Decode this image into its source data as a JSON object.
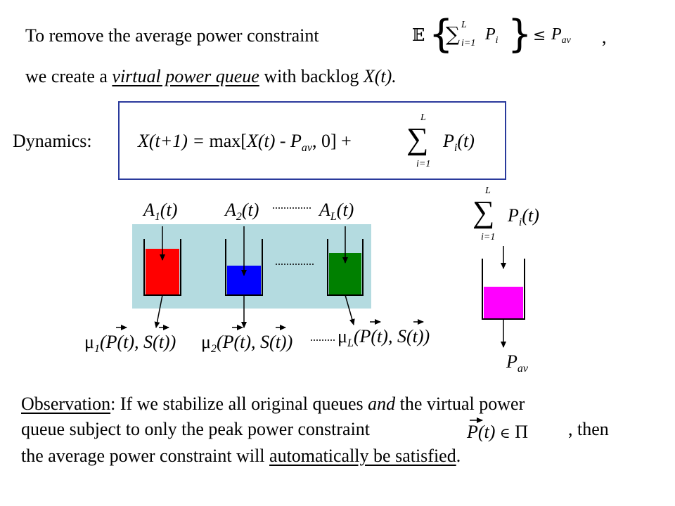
{
  "line1": {
    "text": "To remove the average power constraint",
    "formula": {
      "E": "𝔼",
      "sum": "∑",
      "upper": "L",
      "lower": "i=1",
      "term": "P",
      "term_sub": "i",
      "leq": "≤",
      "rhs": "P",
      "rhs_sub": "av"
    },
    "comma": ","
  },
  "line2": {
    "before": "we create a",
    "emph": "virtual power queue",
    "after": "with backlog",
    "var": "X(t)."
  },
  "dynamics": {
    "label": "Dynamics:",
    "lhs": "X(t+1) = ",
    "max_open": "max[",
    "xt": "X(t)",
    "minus": " - P",
    "minus_sub": "av",
    "close": ", 0] +",
    "sum": "∑",
    "upper": "L",
    "lower": "i=1",
    "term": "P",
    "term_sub": "i",
    "term_tail": "(t)"
  },
  "arrivals": [
    {
      "base": "A",
      "sub": "1",
      "tail": "(t)"
    },
    {
      "base": "A",
      "sub": "2",
      "tail": "(t)"
    },
    {
      "base": "A",
      "sub": "L",
      "tail": "(t)"
    }
  ],
  "services": [
    {
      "mu": "μ",
      "sub": "1",
      "tail": "(P(t), S(t))"
    },
    {
      "mu": "μ",
      "sub": "2",
      "tail": "(P(t), S(t))"
    },
    {
      "mu": "μ",
      "sub": "L",
      "tail": "(P(t), S(t))"
    }
  ],
  "virtual_queue": {
    "sum": "∑",
    "upper": "L",
    "lower": "i=1",
    "term": "P",
    "term_sub": "i",
    "term_tail": "(t)",
    "out": "P",
    "out_sub": "av"
  },
  "queue_colors": {
    "q1": "#ff0000",
    "q2": "#0000ff",
    "qL": "#008000",
    "virtual": "#ff00ff",
    "panel": "#b4dbe0",
    "box": "#2a3a9c"
  },
  "observation": {
    "label": "Observation",
    "l1": ": If we stabilize all original queues",
    "and": "and",
    "l1b": "the virtual power",
    "l2a": "queue subject to only the peak power constraint",
    "pt": "P(t)",
    "in": "∈",
    "pi": "Π",
    "l2b": ",  then",
    "l3a": "the average power constraint will",
    "l3u": "automatically be satisfied",
    "l3b": "."
  }
}
